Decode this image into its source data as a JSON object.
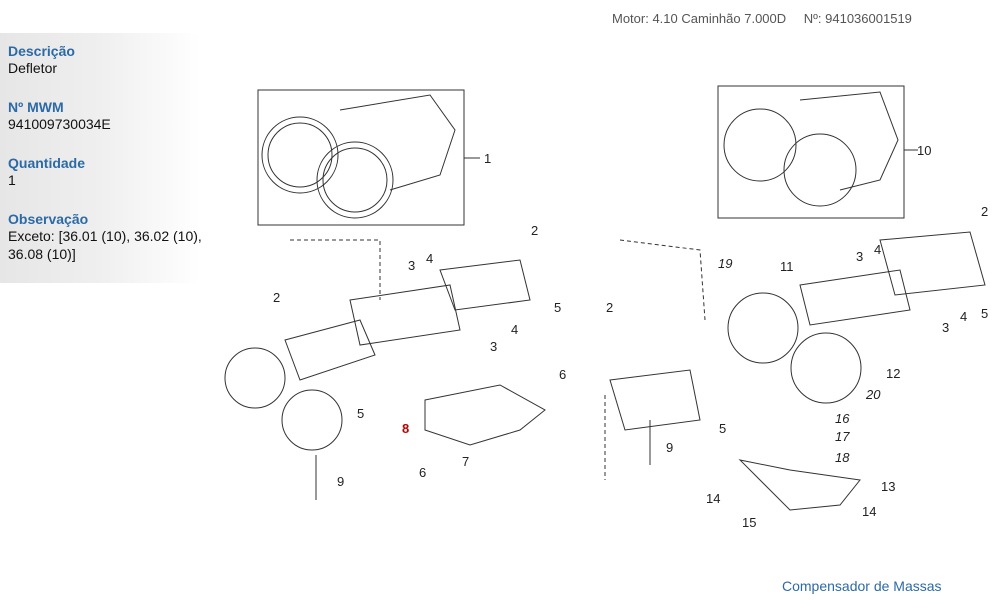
{
  "header": {
    "motor": "Motor: 4.10 Caminhão 7.000D",
    "numero": "Nº: 941036001519"
  },
  "details": [
    {
      "label": "Descrição",
      "value": "Defletor"
    },
    {
      "label": "Nº MWM",
      "value": "941009730034E"
    },
    {
      "label": "Quantidade",
      "value": "1"
    },
    {
      "label": "Observação",
      "value": "Exceto: [36.01 (10), 36.02 (10), 36.08 (10)]"
    }
  ],
  "callouts_left": [
    "1",
    "2",
    "2",
    "3",
    "4",
    "5",
    "4",
    "3",
    "6",
    "5",
    "8",
    "7",
    "6",
    "9"
  ],
  "callouts_right": [
    "10",
    "2",
    "19",
    "11",
    "3",
    "4",
    "2",
    "5",
    "4",
    "3",
    "12",
    "20",
    "16",
    "17",
    "18",
    "5",
    "9",
    "13",
    "14",
    "15",
    "14"
  ],
  "highlight_color": "#c00000",
  "footer_link": "Compensador de Massas"
}
